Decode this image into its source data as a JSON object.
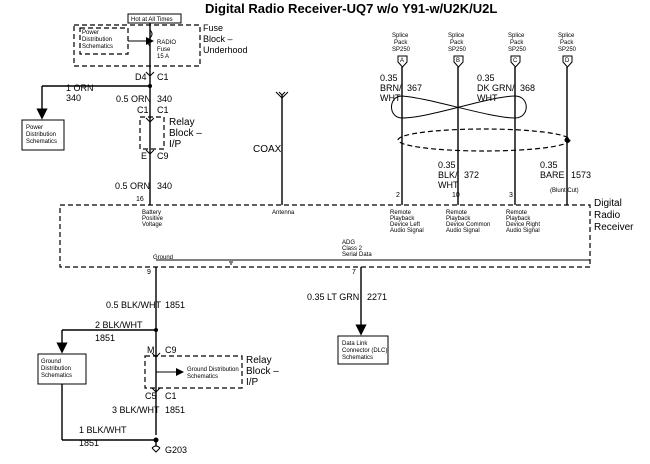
{
  "title": "Digital Radio Receiver-UQ7 w/o Y91-w/U2K/U2L",
  "hot_at_all_times": "Hot at All Times",
  "fuse_block_underhood": [
    "Fuse",
    "Block –",
    "Underhood"
  ],
  "power_dist_top": [
    "Power",
    "Distribution",
    "Schematics"
  ],
  "radio_fuse": [
    "RADIO",
    "Fuse",
    "15 A"
  ],
  "connectors": {
    "d4": "D4",
    "c1_top": "C1",
    "c1_relay": "C1",
    "c1_relay2": "C1",
    "e": "E",
    "c9_top": "C9",
    "m": "M",
    "c9_low": "C9",
    "c5": "C5",
    "c1_low": "C1"
  },
  "wire_labels": {
    "orn_1": "1 ORN",
    "orn_1_circuit": "340",
    "orn_05a": "0.5 ORN",
    "orn_05a_circuit": "340",
    "orn_05b": "0.5 ORN",
    "orn_05b_circuit": "340",
    "blkwht_05": "0.5 BLK/WHT",
    "blkwht_05_circuit": "1851",
    "blkwht_2": "2 BLK/WHT",
    "blkwht_2_circuit": "1851",
    "blkwht_3": "3 BLK/WHT",
    "blkwht_3_circuit": "1851",
    "blkwht_1": "1 BLK/WHT",
    "blkwht_1_circuit": "1851",
    "ltgrn": "0.35 LT GRN",
    "ltgrn_circuit": "2271",
    "brn_gauge": "0.35",
    "brn_color1": "BRN/",
    "brn_color2": "WHT",
    "brn_circuit": "367",
    "dkgrn_gauge": "0.35",
    "dkgrn_color1": "DK GRN/",
    "dkgrn_color2": "WHT",
    "dkgrn_circuit": "368",
    "blk_gauge": "0.35",
    "blk_color1": "BLK/",
    "blk_color2": "WHT",
    "blk_circuit": "372",
    "bare_gauge": "0.35",
    "bare_color": "BARE",
    "bare_circuit": "1573",
    "blunt_cut": "(Blunt Cut)"
  },
  "power_dist_left": [
    "Power",
    "Distribution",
    "Schematics"
  ],
  "relay_block_top": [
    "Relay",
    "Block –",
    "I/P"
  ],
  "relay_block_low": [
    "Relay",
    "Block –",
    "I/P"
  ],
  "coax": "COAX",
  "splice_packs": [
    {
      "line1": "Splice",
      "line2": "Pack",
      "line3": "SP250",
      "letter": "A"
    },
    {
      "line1": "Splice",
      "line2": "Pack",
      "line3": "SP250",
      "letter": "B"
    },
    {
      "line1": "Splice",
      "line2": "Pack",
      "line3": "SP250",
      "letter": "C"
    },
    {
      "line1": "Splice",
      "line2": "Pack",
      "line3": "SP250",
      "letter": "D"
    }
  ],
  "module": {
    "name": [
      "Digital",
      "Radio",
      "Receiver"
    ],
    "pin16": "16",
    "pin16_label": [
      "Battery",
      "Positive",
      "Voltage"
    ],
    "antenna": "Antenna",
    "pin2": "2",
    "pin2_label": [
      "Remote",
      "Playback",
      "Device Left",
      "Audio Signal"
    ],
    "pin10": "10",
    "pin10_label": [
      "Remote",
      "Playback",
      "Device Common",
      "Audio Signal"
    ],
    "pin3": "3",
    "pin3_label": [
      "Remote",
      "Playback",
      "Device Right",
      "Audio Signal"
    ],
    "ground": "Ground",
    "pin9": "9",
    "adg": [
      "ADG",
      "Class 2",
      "Serial Data"
    ],
    "pin7": "7"
  },
  "dlc": [
    "Data Link",
    "Connector (DLC)",
    "Schematics"
  ],
  "ground_dist_left": [
    "Ground",
    "Distribution",
    "Schematics"
  ],
  "ground_dist_relay": [
    "Ground Distribution",
    "Schematics"
  ],
  "g203": "G203"
}
